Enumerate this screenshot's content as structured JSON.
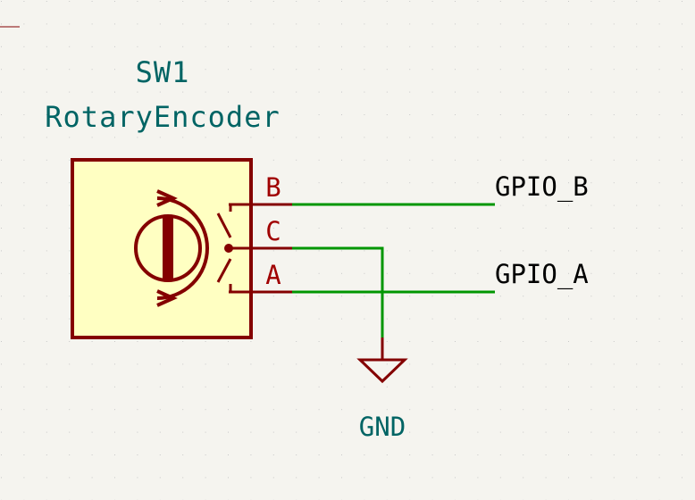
{
  "component": {
    "reference": "SW1",
    "value": "RotaryEncoder",
    "pins": [
      {
        "label": "B"
      },
      {
        "label": "C"
      },
      {
        "label": "A"
      }
    ]
  },
  "nets": {
    "gpio_b": "GPIO_B",
    "gpio_a": "GPIO_A"
  },
  "power": {
    "label": "GND"
  },
  "colors": {
    "background": "#f5f4ef",
    "grid_dot": "#c8c8c8",
    "symbol_body_fill": "#ffffc2",
    "symbol_outline": "#840000",
    "pin_line": "#840000",
    "wire": "#009600",
    "ref_text": "#006464"
  }
}
